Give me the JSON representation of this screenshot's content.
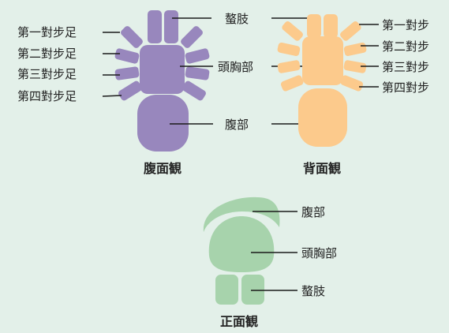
{
  "colors": {
    "background": "#e3f0e9",
    "ventral": "#9887bd",
    "dorsal": "#fcca8c",
    "frontal": "#a7d3ac",
    "line": "#1a1a1a",
    "text": "#222222"
  },
  "ventral_view": {
    "caption": "腹面観",
    "labels": {
      "chelicerae": "螯肢",
      "cephalothorax": "頭胸部",
      "abdomen": "腹部",
      "leg1": "第一對步足",
      "leg2": "第二對步足",
      "leg3": "第三對步足",
      "leg4": "第四對步足"
    }
  },
  "dorsal_view": {
    "caption": "背面観",
    "labels": {
      "leg1": "第一對步",
      "leg2": "第二對步",
      "leg3": "第三對步",
      "leg4": "第四對步"
    }
  },
  "front_view": {
    "caption": "正面観",
    "labels": {
      "abdomen": "腹部",
      "cephalothorax": "頭胸部",
      "chelicerae": "螯肢"
    }
  }
}
